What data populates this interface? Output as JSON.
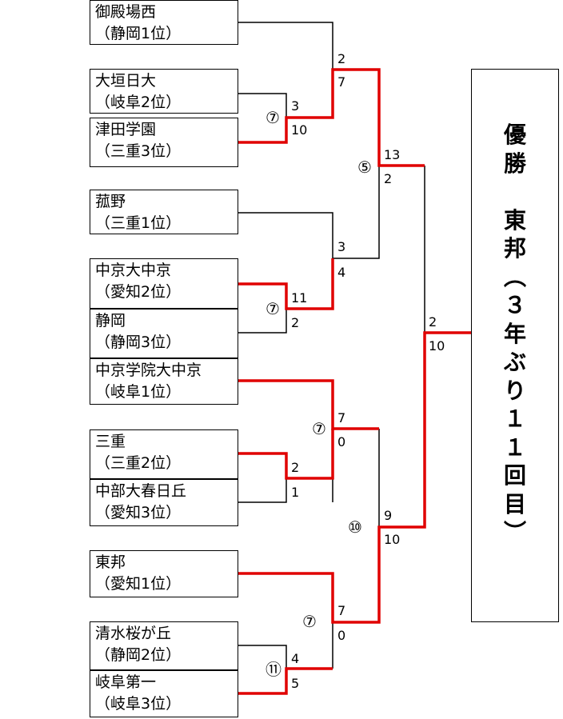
{
  "colors": {
    "winner_line": "#e00000",
    "line": "#000000"
  },
  "teams": [
    {
      "name": "御殿場西",
      "seed": "（静岡1位）"
    },
    {
      "name": "大垣日大",
      "seed": "（岐阜2位）"
    },
    {
      "name": "津田学園",
      "seed": "（三重3位）"
    },
    {
      "name": "菰野",
      "seed": "（三重1位）"
    },
    {
      "name": "中京大中京",
      "seed": "（愛知2位）"
    },
    {
      "name": "静岡",
      "seed": "（静岡3位）"
    },
    {
      "name": "中京学院大中京",
      "seed": "（岐阜1位）"
    },
    {
      "name": "三重",
      "seed": "（三重2位）"
    },
    {
      "name": "中部大春日丘",
      "seed": "（愛知3位）"
    },
    {
      "name": "東邦",
      "seed": "（愛知1位）"
    },
    {
      "name": "清水桜が丘",
      "seed": "（静岡2位）"
    },
    {
      "name": "岐阜第一",
      "seed": "（岐阜3位）"
    }
  ],
  "scores": {
    "r1a_top": "3",
    "r1a_bot": "10",
    "qf1_top": "2",
    "qf1_bot": "7",
    "r1b_top": "11",
    "r1b_bot": "2",
    "qf2_top": "3",
    "qf2_bot": "4",
    "sf1_top": "13",
    "sf1_bot": "2",
    "qf3_top": "7",
    "qf3_bot": "0",
    "r1c_top": "2",
    "r1c_bot": "1",
    "r1d_top": "4",
    "r1d_bot": "5",
    "qf4_top": "7",
    "qf4_bot": "0",
    "sf2_top": "9",
    "sf2_bot": "10",
    "final_top": "2",
    "final_bot": "10"
  },
  "innings": {
    "r1a": "⑦",
    "sf1": "⑤",
    "r1b": "⑦",
    "qf3": "⑦",
    "sf2": "⑩",
    "qf4": "⑦",
    "r1d": "⑪"
  },
  "champion": {
    "chars": [
      "優",
      "勝",
      "",
      "東",
      "邦",
      "︵",
      "３",
      "年",
      "ぶ",
      "り",
      "１",
      "１",
      "回",
      "目",
      "︶"
    ]
  }
}
